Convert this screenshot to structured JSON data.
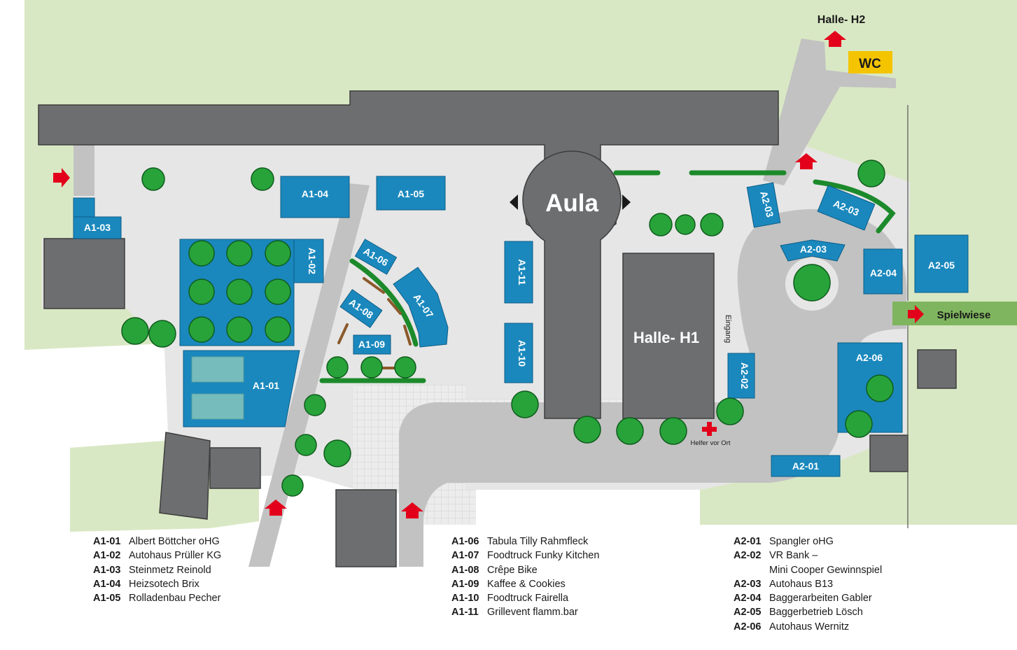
{
  "colors": {
    "grass": "#d9e8c4",
    "ground": "#e6e6e6",
    "road": "#c2c2c2",
    "building": "#6d6e70",
    "stand": "#1a88bd",
    "tree": "#27a33a",
    "arrow": "#e3001b",
    "wc": "#f5c400",
    "grass_strip": "#7fb55e"
  },
  "map": {
    "aula": "Aula",
    "halle_h1": "Halle- H1",
    "halle_h2": "Halle- H2",
    "wc": "WC",
    "spielwiese": "Spielwiese",
    "eingang": "Eingang",
    "helfer": "Helfer vor Ort"
  },
  "stand_labels": {
    "a1_01": "A1-01",
    "a1_02": "A1-02",
    "a1_03": "A1-03",
    "a1_04": "A1-04",
    "a1_05": "A1-05",
    "a1_06": "A1-06",
    "a1_07": "A1-07",
    "a1_08": "A1-08",
    "a1_09": "A1-09",
    "a1_10": "A1-10",
    "a1_11": "A1-11",
    "a2_01": "A2-01",
    "a2_02": "A2-02",
    "a2_03": "A2-03",
    "a2_04": "A2-04",
    "a2_05": "A2-05",
    "a2_06": "A2-06"
  },
  "legend": {
    "col1": [
      {
        "code": "A1-01",
        "name": "Albert Böttcher oHG"
      },
      {
        "code": "A1-02",
        "name": "Autohaus Prüller KG"
      },
      {
        "code": "A1-03",
        "name": "Steinmetz Reinold"
      },
      {
        "code": "A1-04",
        "name": "Heizsotech Brix"
      },
      {
        "code": "A1-05",
        "name": "Rolladenbau Pecher"
      }
    ],
    "col2": [
      {
        "code": "A1-06",
        "name": "Tabula Tilly Rahmfleck"
      },
      {
        "code": "A1-07",
        "name": "Foodtruck Funky Kitchen"
      },
      {
        "code": "A1-08",
        "name": "Crêpe Bike"
      },
      {
        "code": "A1-09",
        "name": "Kaffee & Cookies"
      },
      {
        "code": "A1-10",
        "name": "Foodtruck Fairella"
      },
      {
        "code": "A1-11",
        "name": "Grillevent flamm.bar"
      }
    ],
    "col3": [
      {
        "code": "A2-01",
        "name": "Spangler oHG"
      },
      {
        "code": "A2-02",
        "name": "VR Bank –"
      },
      {
        "code": "",
        "name": "Mini Cooper Gewinnspiel"
      },
      {
        "code": "A2-03",
        "name": "Autohaus B13"
      },
      {
        "code": "A2-04",
        "name": "Baggerarbeiten Gabler"
      },
      {
        "code": "A2-05",
        "name": "Baggerbetrieb Lösch"
      },
      {
        "code": "A2-06",
        "name": "Autohaus Wernitz"
      }
    ]
  }
}
